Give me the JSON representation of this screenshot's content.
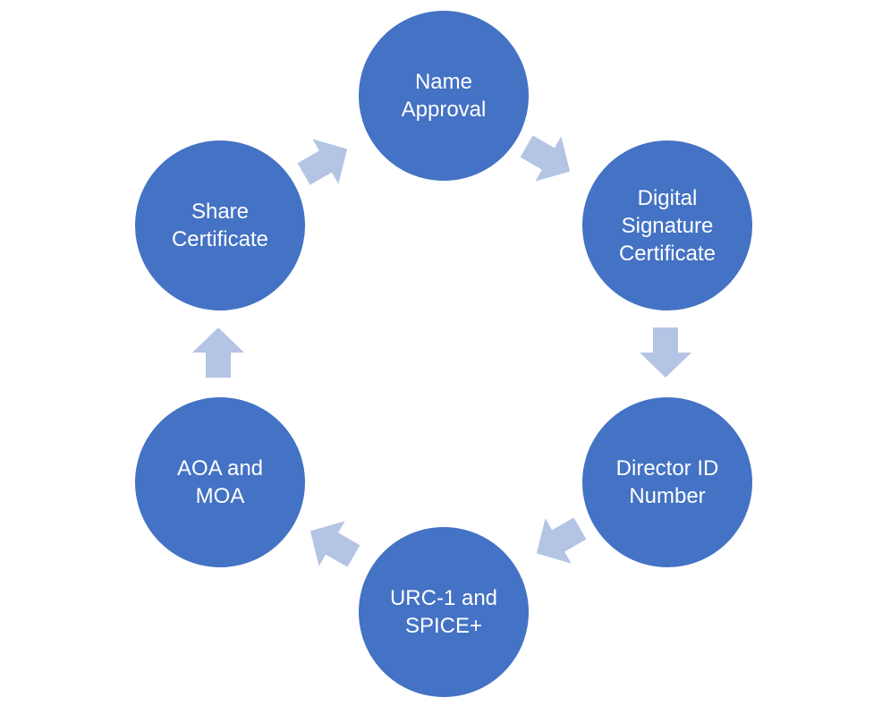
{
  "diagram": {
    "colors": {
      "node_fill": "#4472C4",
      "arrow_fill": "#B4C4E4",
      "text": "#FFFFFF"
    },
    "nodes": [
      {
        "id": "name-approval",
        "label": "Name\nApproval"
      },
      {
        "id": "digital-signature-certificate",
        "label": "Digital\nSignature\nCertificate"
      },
      {
        "id": "director-id-number",
        "label": "Director ID\nNumber"
      },
      {
        "id": "urc-1-and-spice",
        "label": "URC-1 and\nSPICE+"
      },
      {
        "id": "aoa-and-moa",
        "label": "AOA and\nMOA"
      },
      {
        "id": "share-certificate",
        "label": "Share\nCertificate"
      }
    ],
    "flow": [
      {
        "from": "name-approval",
        "to": "digital-signature-certificate"
      },
      {
        "from": "digital-signature-certificate",
        "to": "director-id-number"
      },
      {
        "from": "director-id-number",
        "to": "urc-1-and-spice"
      },
      {
        "from": "urc-1-and-spice",
        "to": "aoa-and-moa"
      },
      {
        "from": "aoa-and-moa",
        "to": "share-certificate"
      },
      {
        "from": "share-certificate",
        "to": "name-approval"
      }
    ]
  }
}
